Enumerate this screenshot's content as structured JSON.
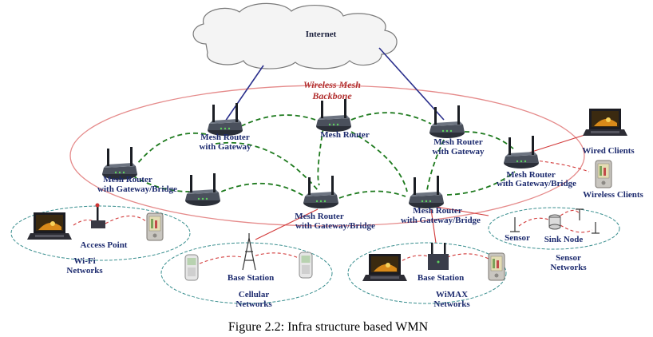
{
  "internet_label": "Internet",
  "backbone_label": [
    "Wireless Mesh",
    "Backbone"
  ],
  "routers": {
    "gw_left": [
      "Mesh Router",
      "with Gateway"
    ],
    "center": [
      "Mesh Router"
    ],
    "gw_right": [
      "Mesh Router",
      "with Gateway"
    ],
    "bridge_far_left": [
      "Mesh Router",
      "with Gateway/Bridge"
    ],
    "bridge_center": [
      "Mesh Router",
      "with Gateway/Bridge"
    ],
    "bridge_center_right": [
      "Mesh Router",
      "with Gateway/Bridge"
    ],
    "bridge_right": [
      "Mesh Router",
      "with Gateway/Bridge"
    ]
  },
  "clients": {
    "wired": "Wired Clients",
    "wireless": "Wireless Clients"
  },
  "networks": {
    "wifi": {
      "device": "Access Point",
      "name": [
        "Wi-Fi",
        "Networks"
      ]
    },
    "cellular": {
      "device": "Base Station",
      "name": [
        "Cellular",
        "Networks"
      ]
    },
    "wimax": {
      "device": "Base Station",
      "name": [
        "WiMAX",
        "Networks"
      ]
    },
    "sensor": {
      "sensor": "Sensor",
      "sink": "Sink Node",
      "name": [
        "Sensor",
        "Networks"
      ]
    }
  },
  "caption": "Figure 2.2: Infra structure based WMN",
  "colors": {
    "uplink": "#2a2f8c",
    "mesh_link": "#1e7a1e",
    "access_link": "#d23a3a",
    "backbone_ellipse": "#e58a8a",
    "network_ellipse": "#3a8f8f",
    "label": "#1c2a6e"
  }
}
